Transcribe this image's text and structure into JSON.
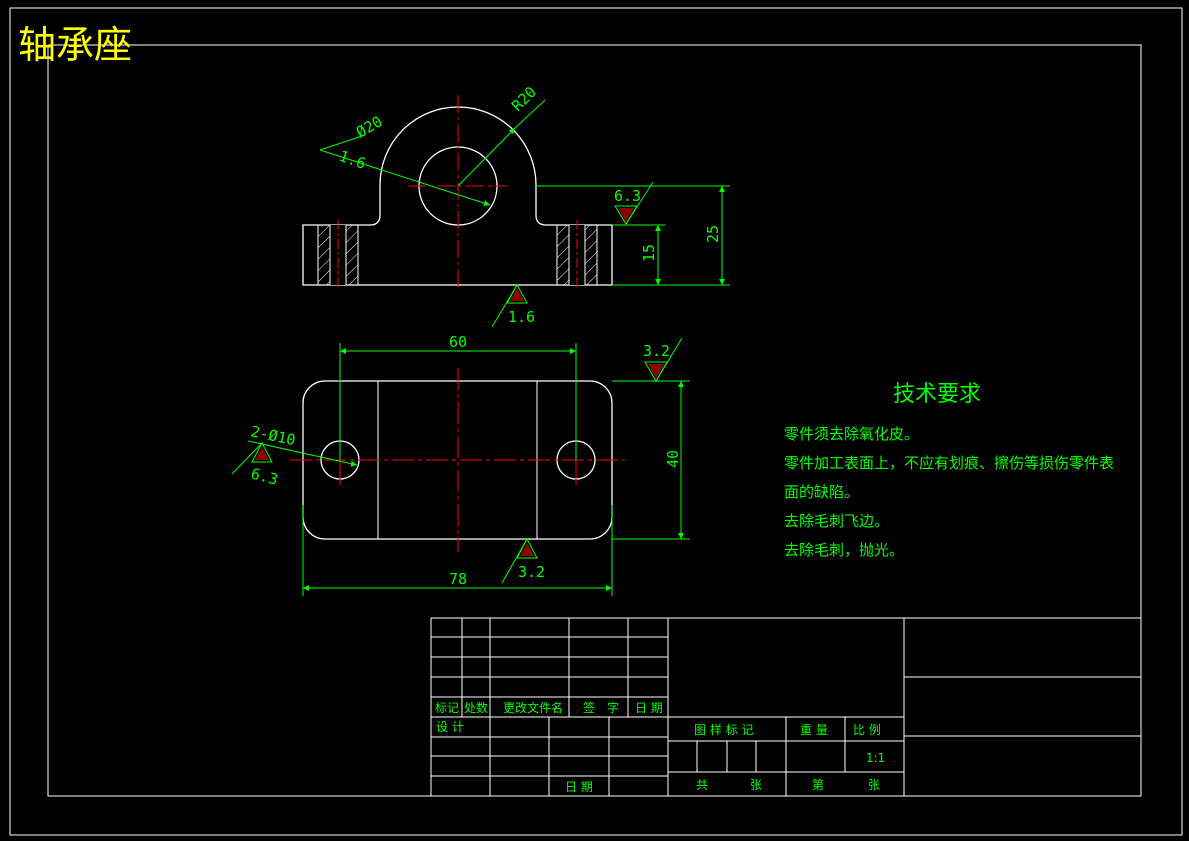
{
  "title": "轴承座",
  "colors": {
    "background": "#000000",
    "outline": "#ffffff",
    "dimension": "#00ff00",
    "centerline": "#ff0000",
    "title": "#ffff00",
    "surface_mark": "#ff0000"
  },
  "top_view": {
    "diameter_label": "Ø20",
    "diameter_roughness": "1.6",
    "radius_label": "R20",
    "top_roughness": "6.3",
    "height_inner": "15",
    "height_outer": "25",
    "bottom_roughness": "1.6"
  },
  "plan_view": {
    "width_label": "60",
    "top_roughness": "3.2",
    "hole_label": "2-Ø10",
    "hole_roughness": "6.3",
    "height_label": "40",
    "bottom_roughness": "3.2",
    "total_width": "78"
  },
  "tech_requirements": {
    "heading": "技术要求",
    "items": [
      "零件须去除氧化皮。",
      "零件加工表面上，不应有划痕、擦伤等损伤零件表",
      "面的缺陷。",
      "去除毛刺飞边。",
      "去除毛刺，抛光。"
    ]
  },
  "title_block": {
    "mark": "标记",
    "count": "处数",
    "change_doc": "更改文件名",
    "signature": "签　字",
    "date": "日 期",
    "design": "设 计",
    "date2": "日 期",
    "sample_mark": "图 样 标 记",
    "weight": "重 量",
    "scale": "比 例",
    "scale_value": "1:1",
    "total": "共",
    "sheets": "张",
    "sheet_no": "第",
    "sheet": "张"
  }
}
